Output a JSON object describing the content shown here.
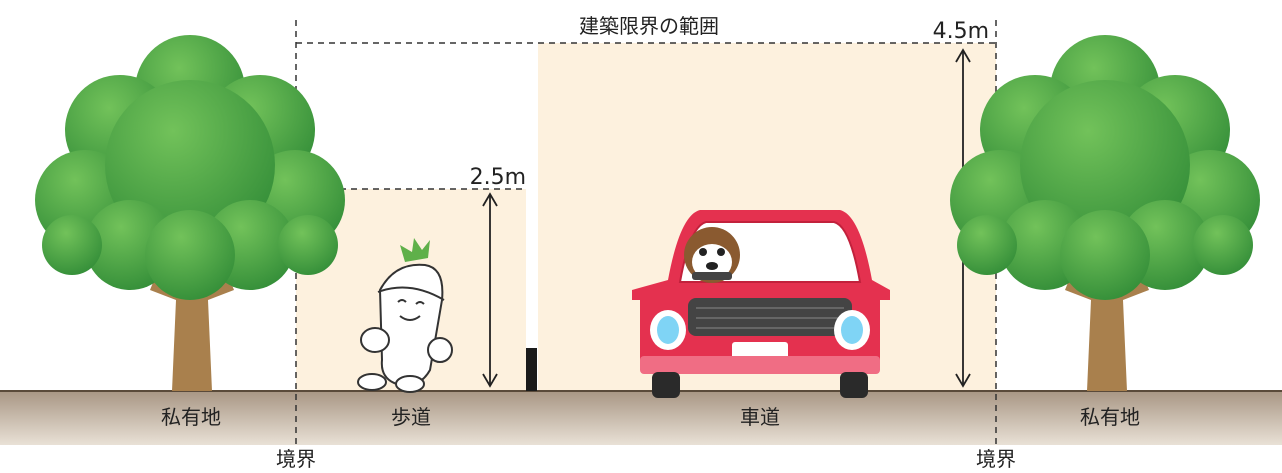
{
  "labels": {
    "clearance_range": "建築限界の範囲",
    "height_sidewalk": "2.5m",
    "height_roadway": "4.5m",
    "private_land_left": "私有地",
    "sidewalk": "歩道",
    "roadway": "車道",
    "private_land_right": "私有地",
    "boundary_left": "境界",
    "boundary_right": "境界"
  },
  "colors": {
    "clearance_fill": "#fdf1de",
    "ground": "#b3a391",
    "tree_green": "#3f9a3c",
    "tree_trunk": "#a9804d",
    "car_red": "#e4314f"
  }
}
